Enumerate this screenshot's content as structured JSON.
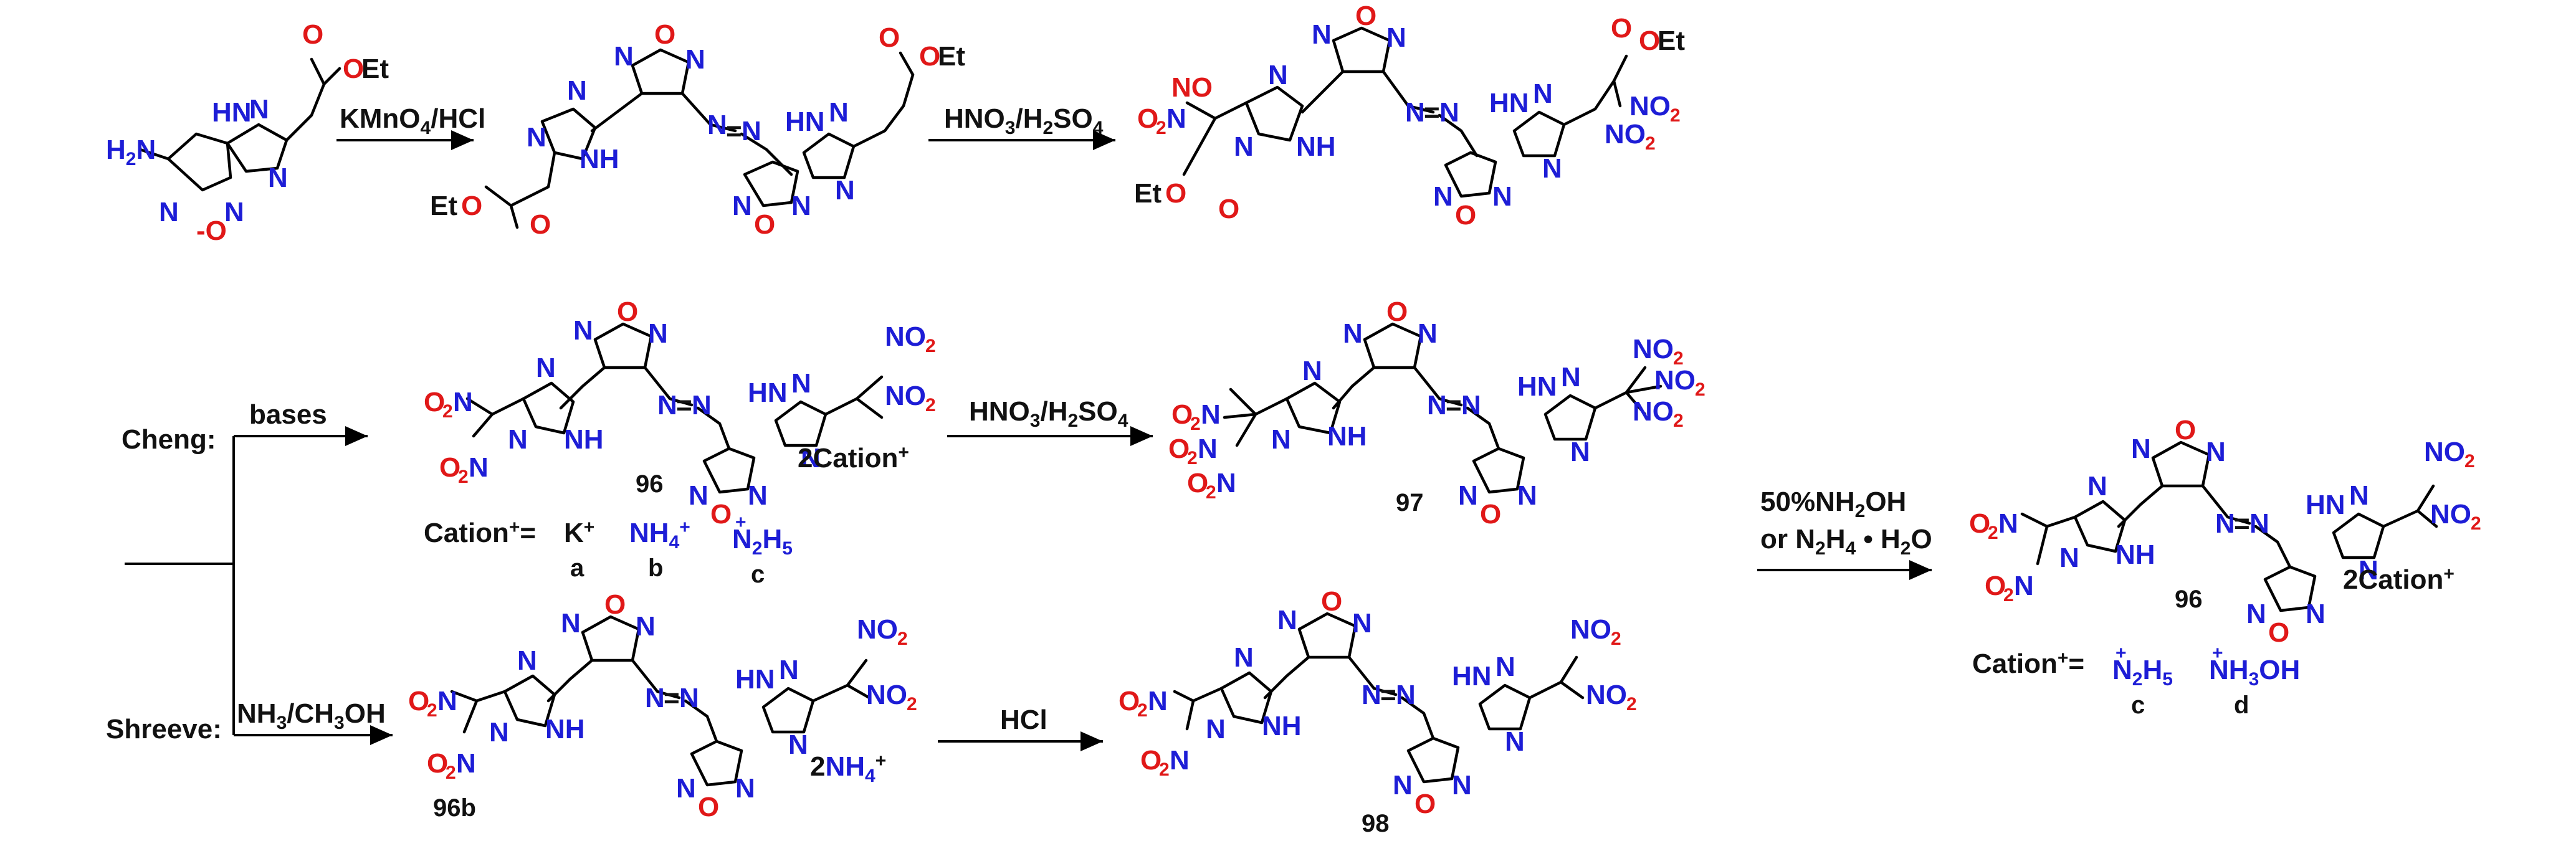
{
  "colors": {
    "nitrogen": "#1d1dd6",
    "oxygen": "#e01818",
    "carbon_bond": "#000000"
  },
  "reagents": {
    "step1": "KMnO4/HCl",
    "step2": "HNO3/H2SO4",
    "bases": "bases",
    "step4": "HNO3/H2SO4",
    "nh3": "NH3/CH3OH",
    "hcl": "HCl",
    "final_line1": "50%NH2OH",
    "final_line2": "or  N2H4 • H2O"
  },
  "routes": {
    "cheng": "Cheng:",
    "shreeve": "Shreeve:"
  },
  "compounds": {
    "c96": "96",
    "c97": "97",
    "c96b": "96b",
    "c98": "98",
    "c96_final": "96",
    "two_cation": "2Cation",
    "two_nh4": "2NH4"
  },
  "cations_mid": {
    "header": "Cation+=",
    "items": [
      {
        "formula": "K+",
        "letter": "a"
      },
      {
        "formula": "NH4+",
        "letter": "b"
      },
      {
        "formula": "N2H5+",
        "letter": "c"
      }
    ]
  },
  "cations_final": {
    "header": "Cation+=",
    "items": [
      {
        "formula": "N2H5+",
        "letter": "c"
      },
      {
        "formula": "NH3OH+",
        "letter": "d"
      }
    ]
  }
}
